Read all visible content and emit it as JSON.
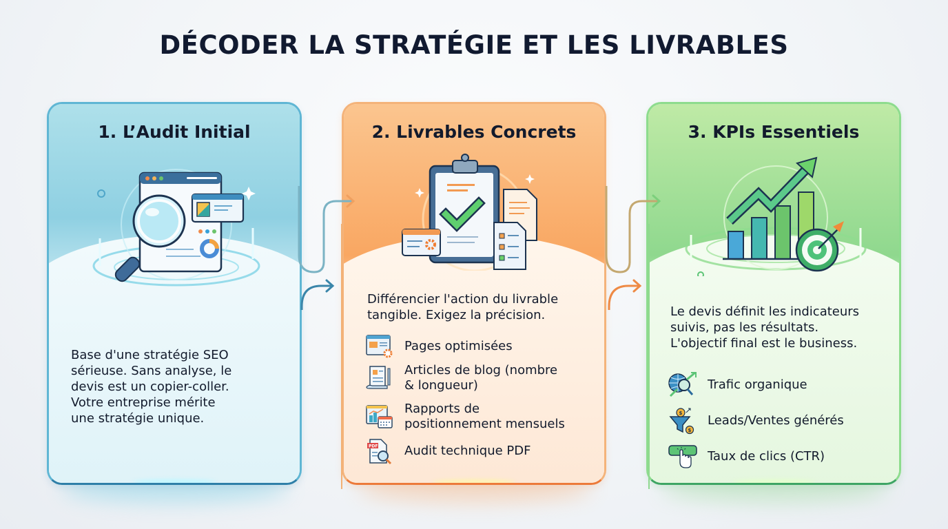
{
  "title": "DÉCODER LA STRATÉGIE ET LES LIVRABLES",
  "cards": [
    {
      "id": "audit",
      "heading": "1. L’Audit Initial",
      "illustration": "magnifier-over-webpage-icon",
      "accent": "#5fb6d4",
      "body_lines": [
        "Base d'une stratégie SEO",
        "sérieuse. Sans analyse, le",
        "devis est un copier-coller.",
        "Votre entreprise mérite",
        "une stratégie unique."
      ]
    },
    {
      "id": "livrables",
      "heading": "2. Livrables Concrets",
      "illustration": "clipboard-checkmark-icon",
      "accent": "#f29a52",
      "body_lines": [
        "Différencier l'action du livrable",
        "tangible. Exigez la précision."
      ],
      "items": [
        {
          "icon": "optimized-page-gear-icon",
          "lines": [
            "Pages optimisées"
          ]
        },
        {
          "icon": "blog-article-icon",
          "lines": [
            "Articles de blog (nombre",
            "& longueur)"
          ]
        },
        {
          "icon": "ranking-report-calendar-icon",
          "lines": [
            "Rapports de",
            "positionnement mensuels"
          ]
        },
        {
          "icon": "pdf-audit-magnifier-icon",
          "lines": [
            "Audit technique PDF"
          ]
        }
      ]
    },
    {
      "id": "kpis",
      "heading": "3. KPIs Essentiels",
      "illustration": "growth-chart-target-icon",
      "accent": "#5cc475",
      "body_lines": [
        "Le devis définit les indicateurs",
        "suivis, pas les résultats.",
        "L'objectif final est le business."
      ],
      "items": [
        {
          "icon": "globe-traffic-icon",
          "lines": [
            "Trafic organique"
          ]
        },
        {
          "icon": "funnel-coins-icon",
          "lines": [
            "Leads/Ventes générés"
          ]
        },
        {
          "icon": "click-button-hand-icon",
          "lines": [
            "Taux de clics (CTR)"
          ]
        }
      ]
    }
  ],
  "connectors": [
    {
      "from": "audit",
      "to": "livrables",
      "icon": "arrow-right-icon"
    },
    {
      "from": "livrables",
      "to": "kpis",
      "icon": "arrow-right-icon"
    }
  ]
}
